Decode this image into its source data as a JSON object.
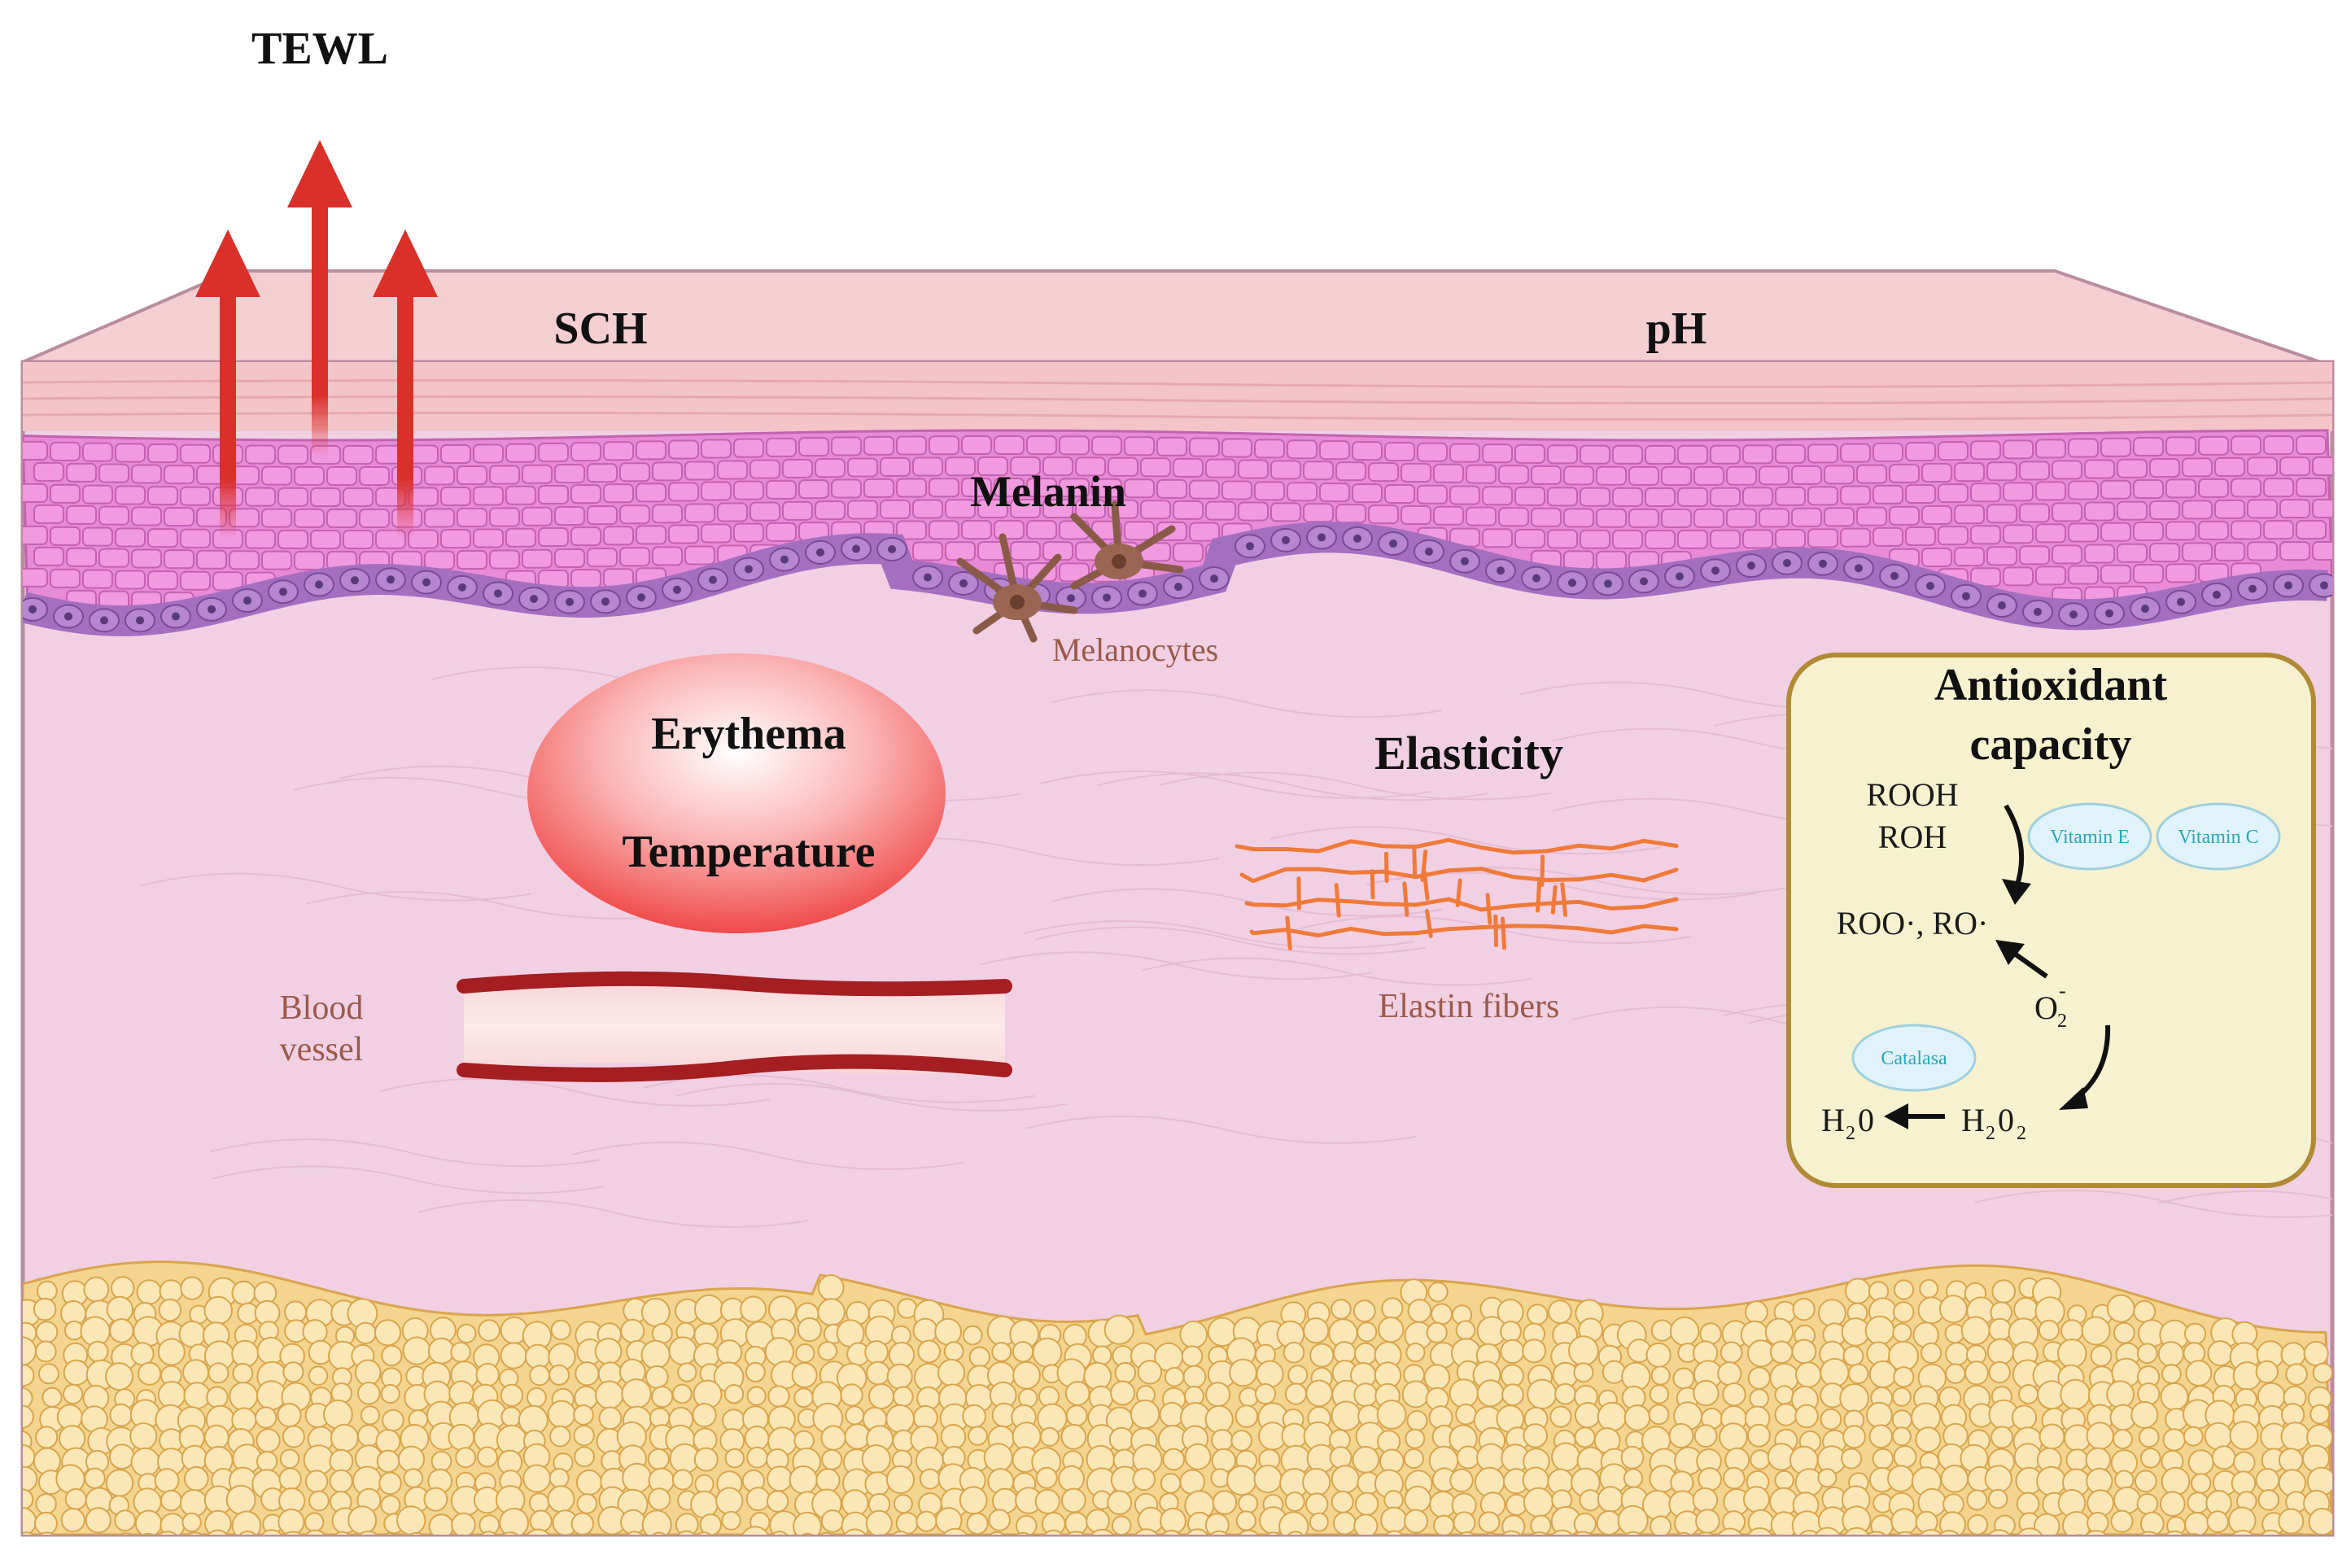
{
  "labels": {
    "tewl": "TEWL",
    "sch": "SCH",
    "ph": "pH",
    "melanin": "Melanin",
    "melanocytes": "Melanocytes",
    "erythema": "Erythema",
    "temperature": "Temperature",
    "blood_vessel_line1": "Blood",
    "blood_vessel_line2": "vessel",
    "elasticity": "Elasticity",
    "elastin_fibers": "Elastin fibers"
  },
  "antioxidant": {
    "title_line1": "Antioxidant",
    "title_line2": "capacity",
    "rooh": "ROOH",
    "roh": "ROH",
    "radicals": "ROO·, RO·",
    "o2_base": "O",
    "o2_sub": "2",
    "o2_sup": "-",
    "h2o2_h": "H",
    "h2o2_sub1": "2",
    "h2o2_o": "0",
    "h2o2_sub2": "2",
    "h2o_h": "H",
    "h2o_sub": "2",
    "h2o_o": "0",
    "vitamin_e": "Vitamin E",
    "vitamin_c": "Vitamin C",
    "catalasa": "Catalasa"
  },
  "colors": {
    "arrow_red": "#d9302a",
    "stratum_corneum": "#f3c7cb",
    "epidermis_cells": "#e57fd0",
    "basal_layer": "#a56fc0",
    "dermis": "#f0cfe3",
    "fat": "#f7dfa0",
    "fat_outline": "#d9a54e",
    "vessel_wall": "#a51e22",
    "elastin": "#f07a3a",
    "antioxidant_box": "#f6f1cf",
    "antioxidant_border": "#b08a35",
    "vitamin_fill": "#e1f3fa",
    "vitamin_text": "#2aa7b8"
  }
}
